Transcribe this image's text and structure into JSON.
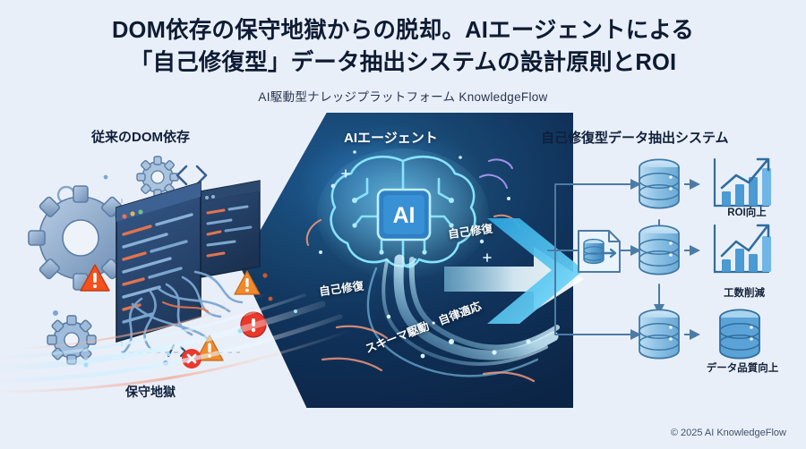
{
  "header": {
    "title_line1": "DOM依存の保守地獄からの脱却。AIエージェントによる",
    "title_line2": "「自己修復型」データ抽出システムの設計原則とROI",
    "subtitle": "AI駆動型ナレッジプラットフォーム KnowledgeFlow"
  },
  "sections": {
    "left": {
      "heading": "従来のDOM依存",
      "caption": "保守地獄"
    },
    "center": {
      "heading": "AIエージェント",
      "chip_label": "AI",
      "flow_label_upper": "自己修復",
      "flow_label_lower": "自己修復",
      "flow_label_diagonal": "スキーマ駆動・自律適応"
    },
    "right": {
      "heading": "自己修復型データ抽出システム",
      "outcomes": [
        {
          "id": "roi",
          "label": "ROI向上",
          "icon": "bar-chart-up-icon"
        },
        {
          "id": "effort",
          "label": "工数削減",
          "icon": "bar-chart-up-icon"
        },
        {
          "id": "quality",
          "label": "データ品質向上",
          "icon": "database-icon"
        }
      ],
      "transform_icon": "document-database-transform-icon",
      "node_icon": "database-icon",
      "node_count": 3
    }
  },
  "footer": {
    "copyright": "© 2025 AI KnowledgeFlow"
  },
  "colors": {
    "background": "#e9eff9",
    "panel_dark": "#0c2546",
    "panel_mid": "#17456f",
    "accent_cyan": "#5fd2ff",
    "accent_blue": "#3f8fd0",
    "warning_orange": "#f07a2a",
    "danger_red": "#e8392c",
    "text_dark": "#10203c"
  }
}
